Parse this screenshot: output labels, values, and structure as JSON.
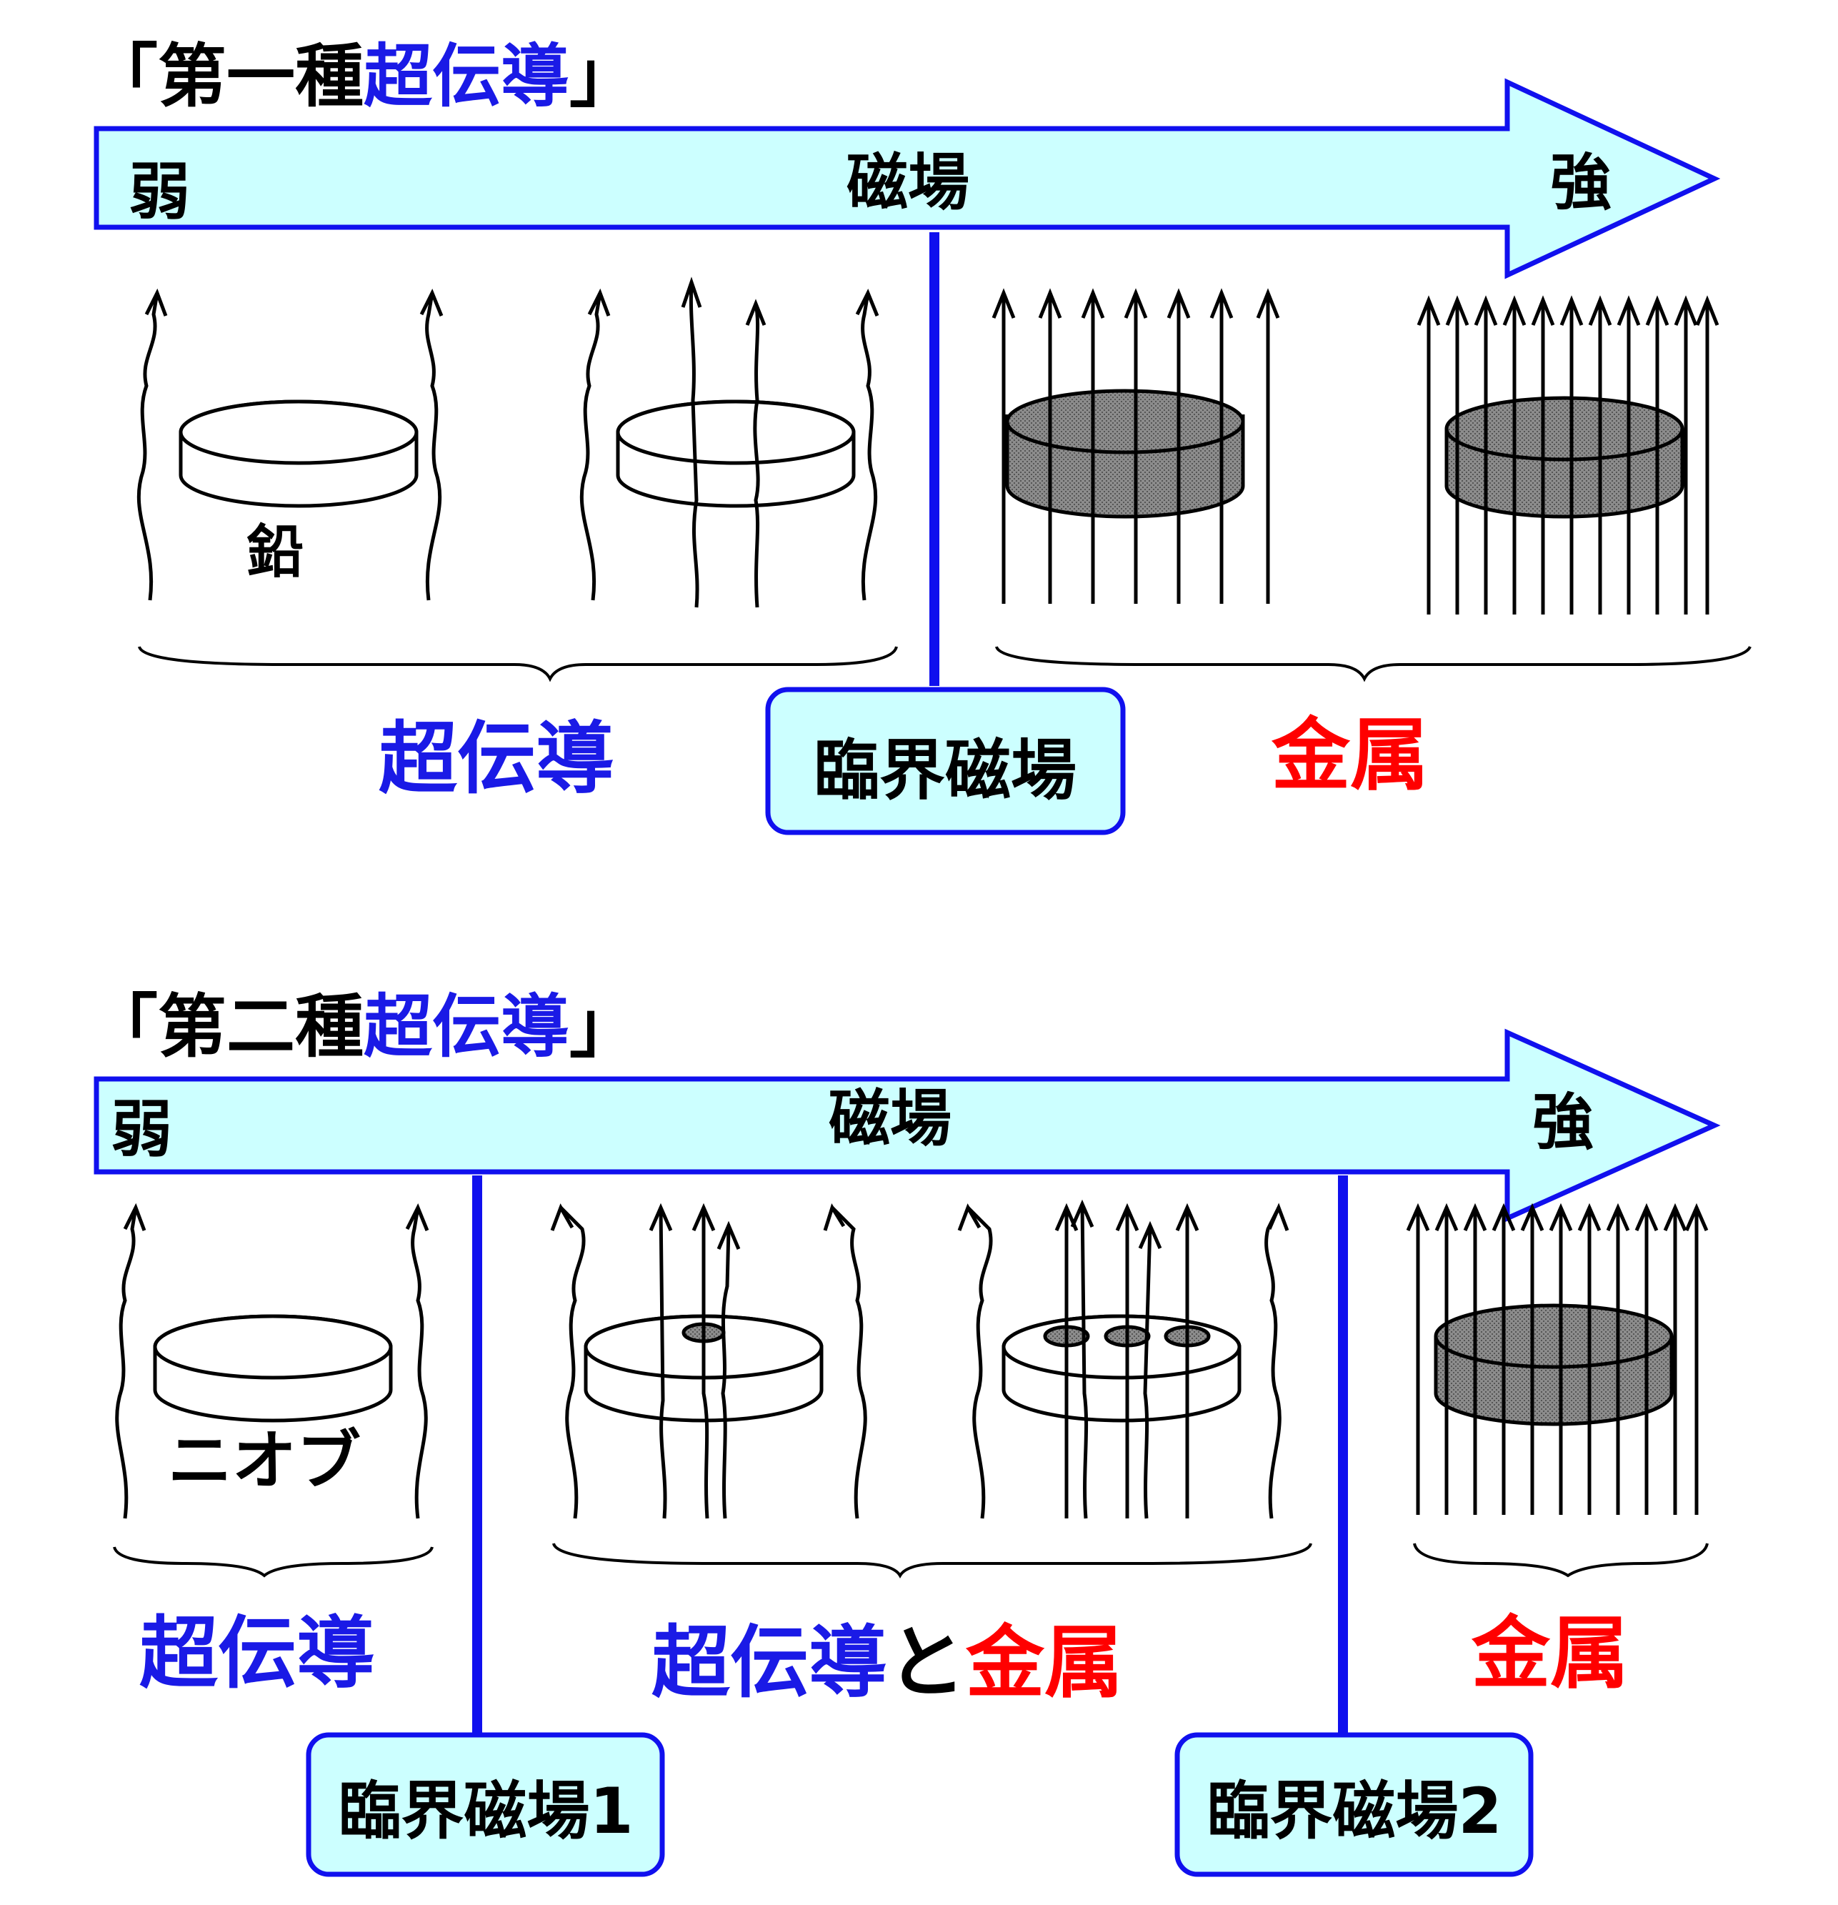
{
  "colors": {
    "arrow_fill": "#ccffff",
    "stroke_blue": "#1010ee",
    "text_blue": "#1a1ae6",
    "text_red": "#ff0000",
    "text_black": "#000000",
    "sample_gray": "#8c8c8c",
    "box_fill": "#ccffff"
  },
  "type1": {
    "title_open": "「第一種",
    "title_highlight": "超伝導",
    "title_close": "」",
    "arrow": {
      "weak": "弱",
      "field": "磁場",
      "strong": "強"
    },
    "sample_label": "鉛",
    "region_super": "超伝導",
    "region_metal": "金属",
    "critical_box": "臨界磁場"
  },
  "type2": {
    "title_open": "「第二種",
    "title_highlight": "超伝導",
    "title_close": "」",
    "arrow": {
      "weak": "弱",
      "field": "磁場",
      "strong": "強"
    },
    "sample_label": "ニオブ",
    "region_super": "超伝導",
    "region_mixed_a": "超伝導",
    "region_mixed_and": "と",
    "region_mixed_b": "金属",
    "region_metal": "金属",
    "critical_box_1": "臨界磁場1",
    "critical_box_2": "臨界磁場2"
  }
}
